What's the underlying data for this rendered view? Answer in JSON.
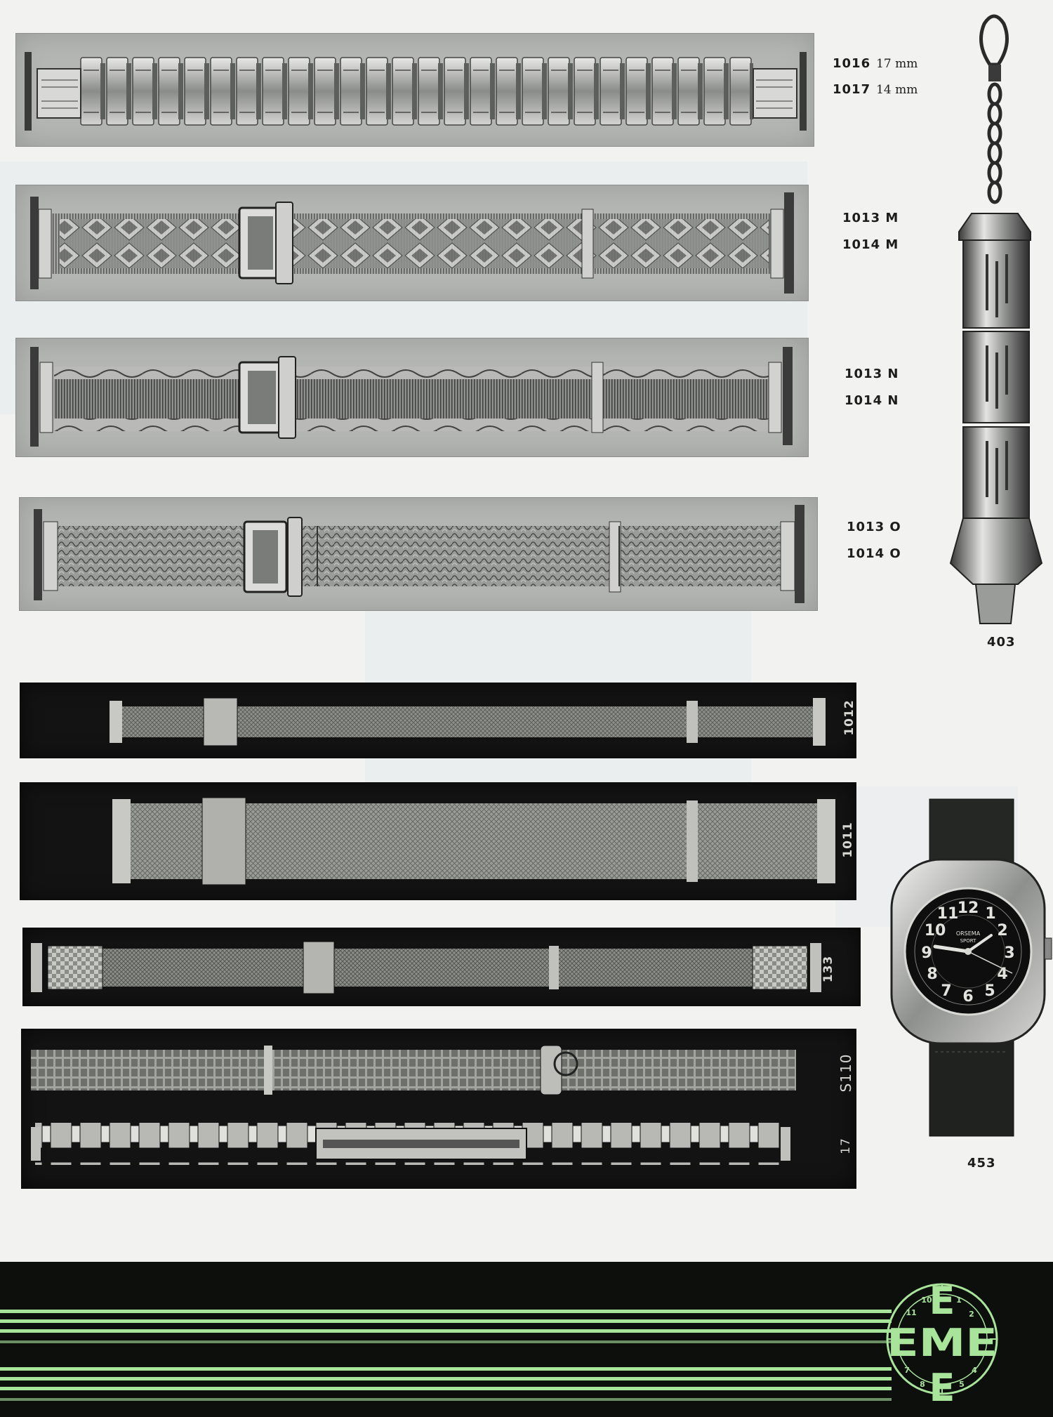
{
  "catalog": {
    "bracelets": [
      {
        "codes": [
          "1016",
          "1017"
        ],
        "sizes": [
          "17 mm",
          "14 mm"
        ]
      },
      {
        "codes": [
          "1013 M",
          "1014 M"
        ]
      },
      {
        "codes": [
          "1013 N",
          "1014 N"
        ]
      },
      {
        "codes": [
          "1013 O",
          "1014 O"
        ]
      }
    ],
    "mesh_bracelets": [
      {
        "code": "1012"
      },
      {
        "code": "1011"
      },
      {
        "code": "133"
      },
      {
        "code": "S110"
      },
      {
        "code": "17"
      }
    ],
    "fob": {
      "code": "403"
    },
    "watch": {
      "code": "453",
      "brand": "ORSEMA",
      "subtitle": "SPORT"
    },
    "logo": {
      "text": "EME",
      "letter_top": "E",
      "letter_bottom": "E"
    }
  },
  "colors": {
    "accent_green": "#a9e49b",
    "footer_dark": "#0d0f0d",
    "plate_gray": "#b4b6b4"
  }
}
